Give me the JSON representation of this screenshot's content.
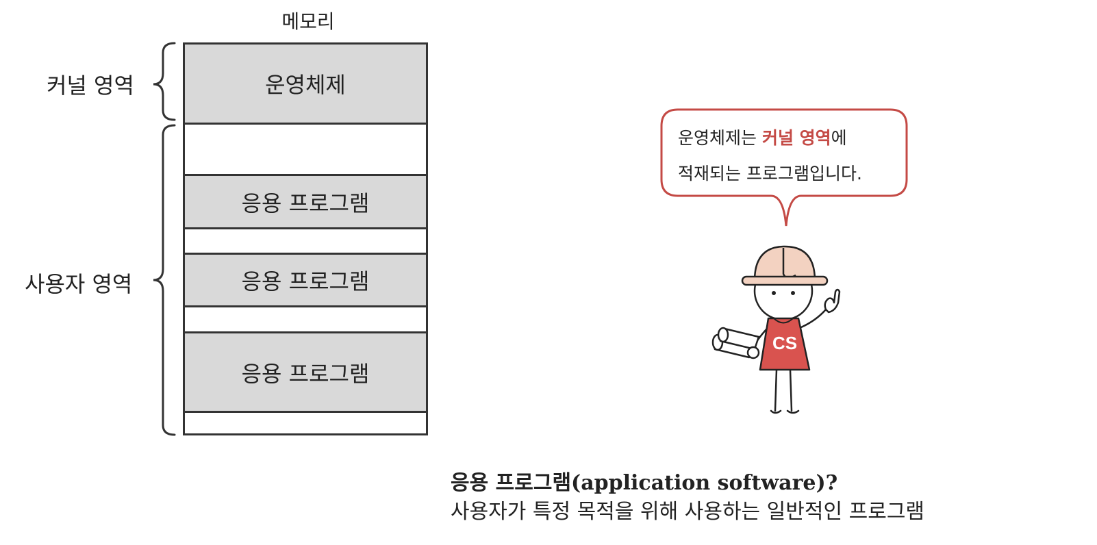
{
  "memory": {
    "title": "메모리",
    "kernel_label": "커널 영역",
    "user_label": "사용자 영역",
    "os_block": "운영체제",
    "app_blocks": [
      "응용 프로그램",
      "응용 프로그램",
      "응용 프로그램"
    ]
  },
  "speech_bubble": {
    "prefix": "운영체제는 ",
    "highlight": "커널 영역",
    "suffix": "에",
    "line2": "적재되는 프로그램입니다.",
    "accent_color": "#c44a45"
  },
  "character": {
    "shirt_text": "CS",
    "shirt_color": "#d9534f",
    "helmet_color": "#f3d2c1"
  },
  "definition": {
    "title": "응용 프로그램(application software)?",
    "description": "사용자가 특정 목적을 위해 사용하는 일반적인 프로그램"
  }
}
